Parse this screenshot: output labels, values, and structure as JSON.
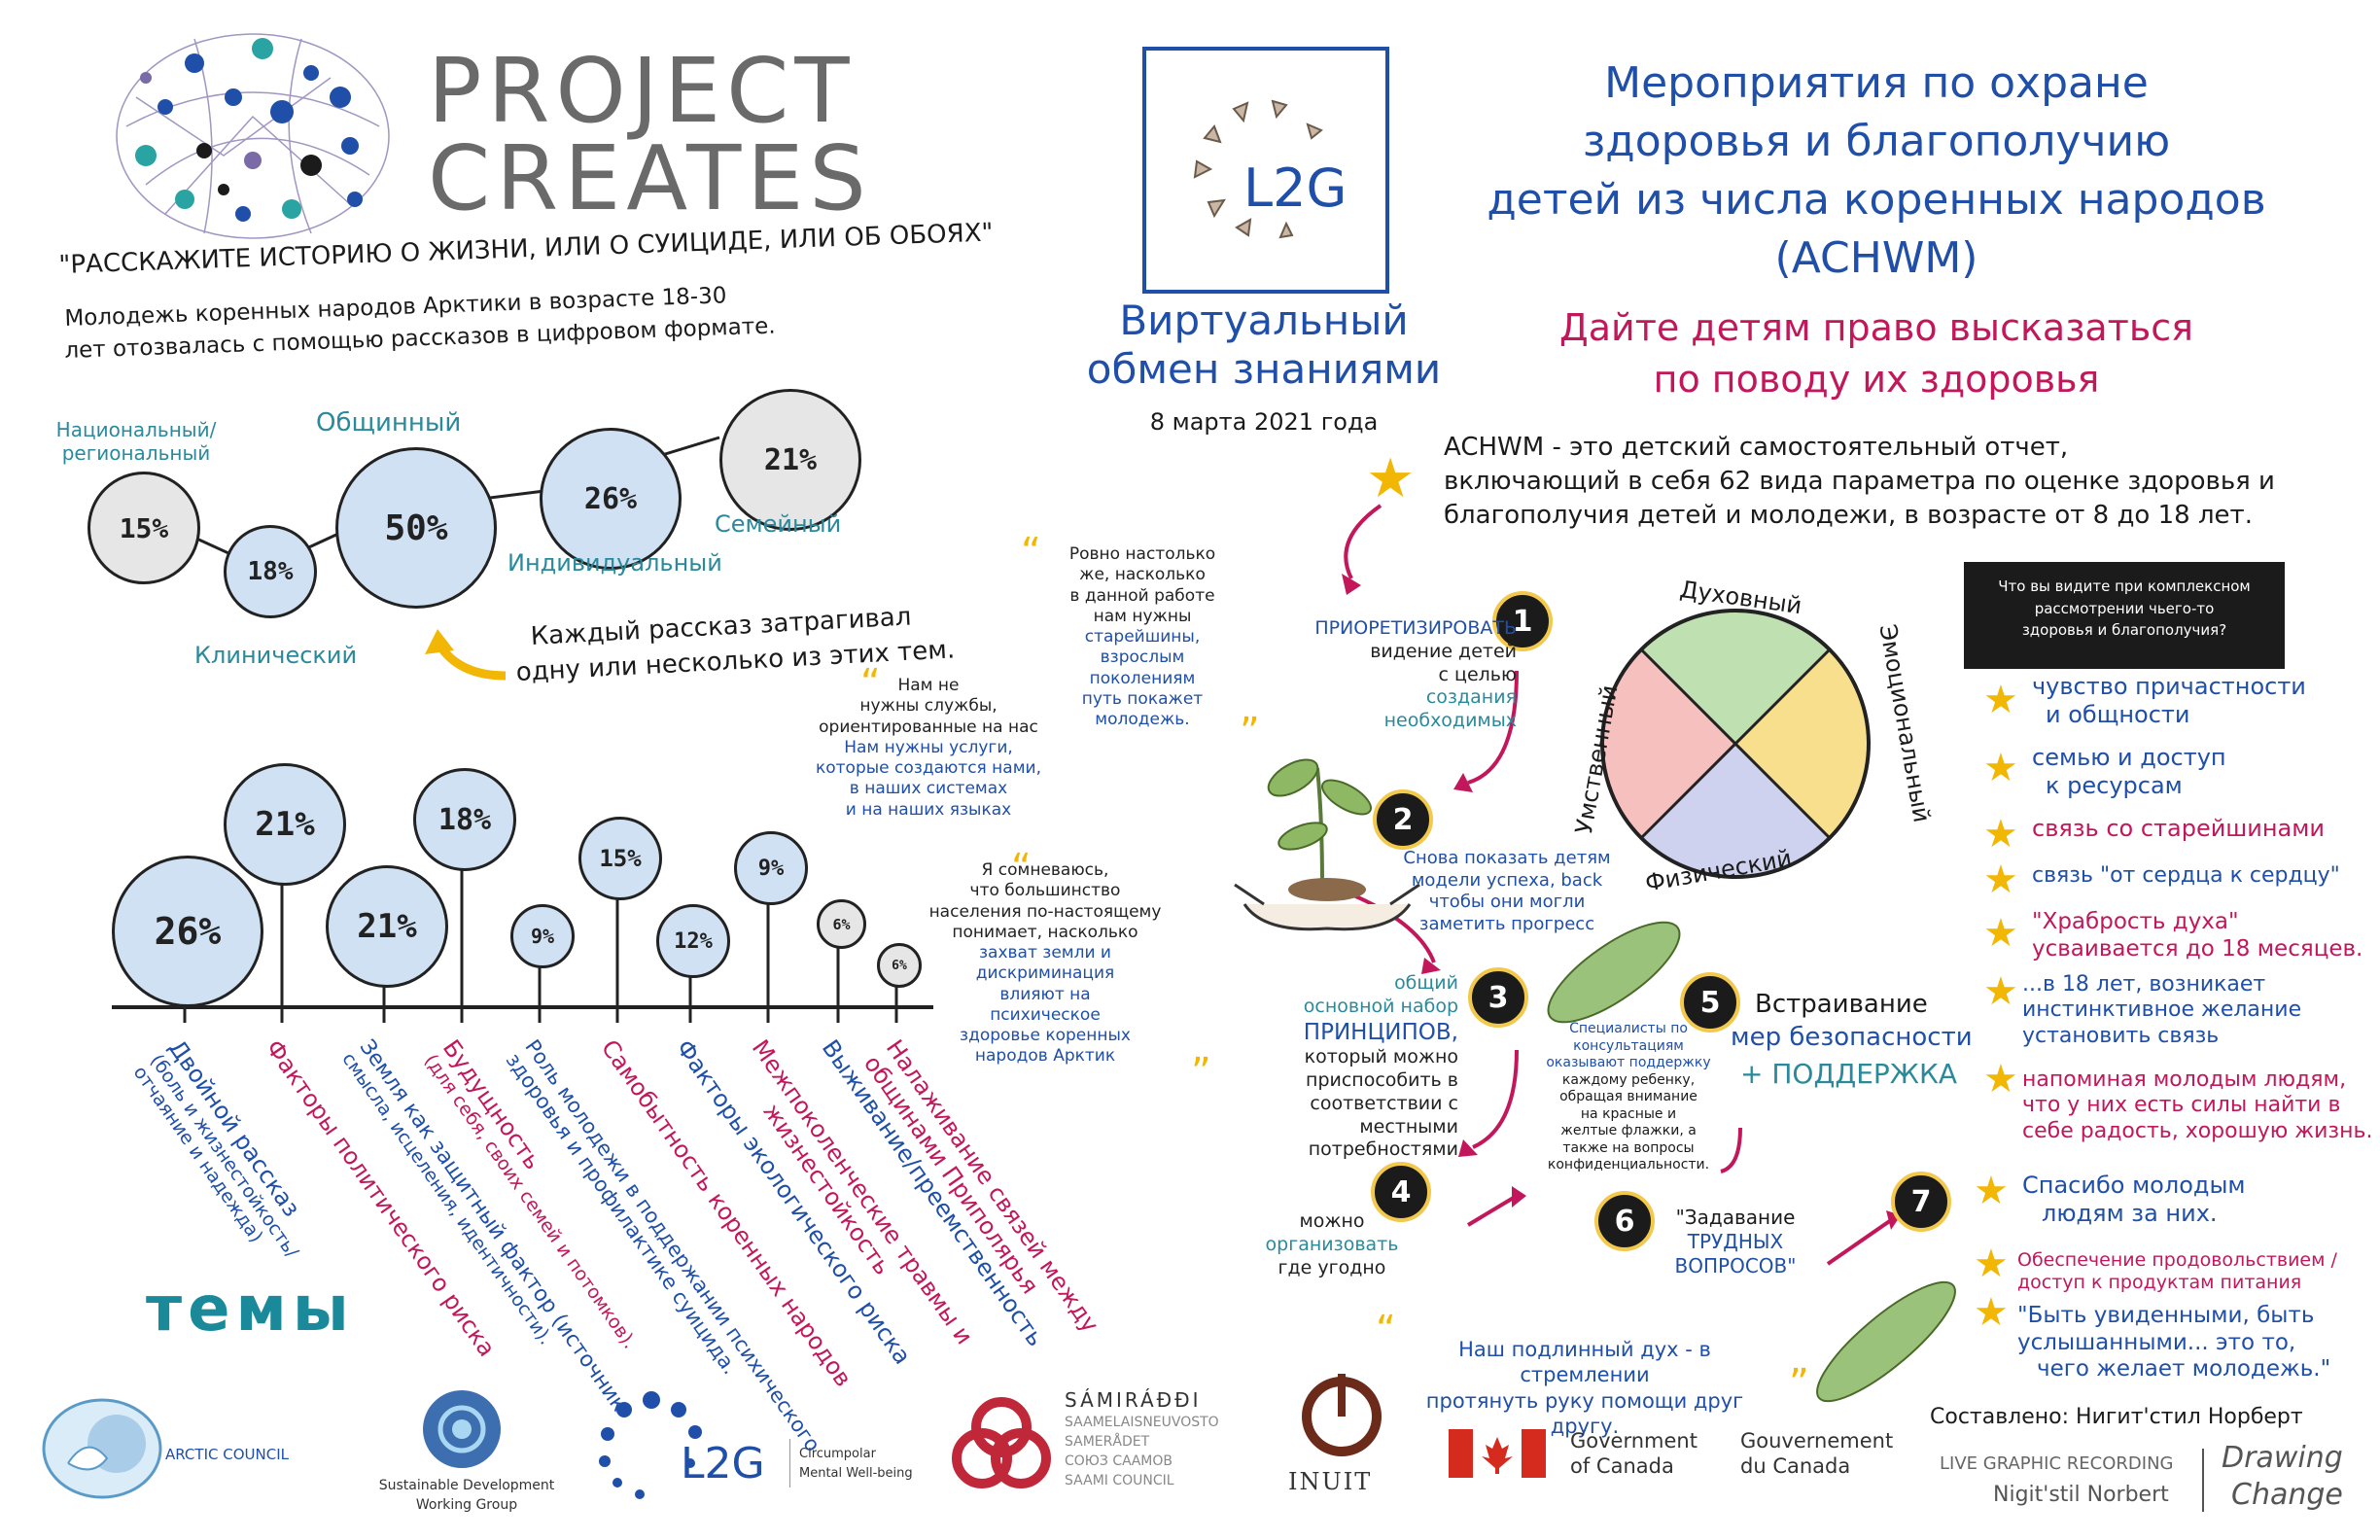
{
  "brand": {
    "line1": "PROJECT",
    "line2": "CREATES"
  },
  "l2g_box": {
    "label": "L2G"
  },
  "virtual": {
    "line1": "Виртуальный",
    "line2": "обмен знаниями",
    "date": "8 марта 2021 года"
  },
  "main_title": {
    "l1": "Мероприятия по охране",
    "l2": "здоровья и благополучию",
    "l3": "детей из числа коренных народов",
    "l4": "(ACHWM)"
  },
  "subtitle": {
    "l1": "Дайте детям право высказаться",
    "l2": "по поводу их здоровья"
  },
  "story_quote": "\"РАССКАЖИТЕ ИСТОРИЮ О ЖИЗНИ, ИЛИ О СУИЦИДЕ, ИЛИ ОБ ОБОЯХ\"",
  "youth": {
    "l1": "Молодежь коренных народов Арктики в возрасте 18-30",
    "l2": "лет отозвалась с помощью рассказов в цифровом формате."
  },
  "top_bubbles": {
    "national_label": "Национальный/ региональный",
    "national_value": "15%",
    "clinical_label": "Клинический",
    "clinical_value": "18%",
    "community_label": "Общинный",
    "community_value": "50%",
    "individual_label": "Индивидуальный",
    "individual_value": "26%",
    "family_label": "Семейный",
    "family_value": "21%"
  },
  "each_story": {
    "l1": "Каждый рассказ затрагивал",
    "l2": "одну или несколько из этих тем."
  },
  "timeline": {
    "values": [
      "26%",
      "21%",
      "21%",
      "18%",
      "9%",
      "15%",
      "12%",
      "9%",
      "6%",
      "6%"
    ],
    "labels": [
      {
        "l1": "Двойной рассказ",
        "l2": "(боль и жизнестойкость/",
        "l3": "отчаяние и надежда)"
      },
      {
        "l1": "Факторы политического риска",
        "l2": "",
        "l3": ""
      },
      {
        "l1": "Земля как защитный фактор (источник",
        "l2": "смысла, исцеления, идентичности).",
        "l3": ""
      },
      {
        "l1": "Будущность",
        "l2": "(для себя, своих семей и потомков).",
        "l3": ""
      },
      {
        "l1": "Роль молодежи в поддержании психического",
        "l2": "здоровья и профилактике суицида.",
        "l3": ""
      },
      {
        "l1": "Самобытность коренных народов",
        "l2": "",
        "l3": ""
      },
      {
        "l1": "Факторы экологического риска",
        "l2": "",
        "l3": ""
      },
      {
        "l1": "Межпоколенческие травмы и",
        "l2": "жизнестойкость",
        "l3": ""
      },
      {
        "l1": "Выживание/преемственность",
        "l2": "",
        "l3": ""
      },
      {
        "l1": "Налаживание связей между",
        "l2": "общинами Приполярья",
        "l3": ""
      }
    ]
  },
  "themes_word": "темы",
  "achwm_desc": {
    "l1": "ACHWM - это детский самостоятельный отчет,",
    "l2": "включающий в себя 62 вида параметра по оценке здоровья и",
    "l3": "благополучия детей и молодежи, в возрасте от 8 до 18 лет."
  },
  "quotes": {
    "elders": [
      "Ровно настолько",
      "же, насколько",
      "в данной работе",
      "нам нужны",
      "старейшины,",
      "взрослым",
      "поколениям",
      "путь покажет",
      "молодежь."
    ],
    "services": [
      "Нам не",
      "нужны службы,",
      "ориентированные на нас",
      "Нам нужны услуги,",
      "которые создаются нами,",
      "в наших системах",
      "и на наших языках"
    ],
    "doubt": [
      "Я сомневаюсь,",
      "что большинство",
      "населения по-настоящему",
      "понимает, насколько",
      "захват земли и",
      "дискриминация",
      "влияют на",
      "психическое",
      "здоровье коренных",
      "народов Арктик"
    ],
    "spirit": [
      "Наш подлинный дух - в стремлении",
      "протянуть руку помощи друг другу."
    ]
  },
  "steps": {
    "s1_num": "1",
    "s1": [
      "ПРИОРЕТИЗИРОВАТЬ",
      "видение детей",
      "с целью",
      "создания",
      "необходимых"
    ],
    "s2_num": "2",
    "s2": [
      "Снова показать детям",
      "модели успеха, back",
      "чтобы они могли",
      "заметить прогресс"
    ],
    "s3_num": "3",
    "s3": [
      "общий",
      "основной набор",
      "ПРИНЦИПОВ,",
      "который можно",
      "приспособить в",
      "соответствии с",
      "местными",
      "потребностями"
    ],
    "s4_num": "4",
    "s4": [
      "можно",
      "организовать",
      "где угодно"
    ],
    "s5_num": "5",
    "s5_a": "Встраивание",
    "s5_b": "мер безопасности",
    "s5_c": "+ ПОДДЕРЖКА",
    "s5_note": [
      "Специалисты по",
      "консультациям",
      "оказывают поддержку",
      "каждому ребенку,",
      "обращая внимание",
      "на красные и",
      "желтые флажки, а",
      "также на вопросы",
      "конфиденциальности."
    ],
    "s6_num": "6",
    "s6": [
      "\"Задавание",
      "ТРУДНЫХ",
      "ВОПРОСОВ\""
    ],
    "s7_num": "7"
  },
  "wheel": {
    "top": "Духовный",
    "left": "Умственный",
    "right": "Эмоциональный",
    "bottom": "Физический",
    "colors": {
      "top": "#bfe0b0",
      "right": "#f7df8e",
      "bottom": "#cfd2ee",
      "left": "#f5c0bd"
    }
  },
  "box_question": [
    "Что вы видите при комплексном",
    "рассмотрении чьего-то",
    "здоровья и благополучия?"
  ],
  "right_list": [
    {
      "l1": "чувство причастности",
      "l2": "и общности",
      "color": "#1f4fa8"
    },
    {
      "l1": "семью и доступ",
      "l2": "к ресурсам",
      "color": "#1f4fa8"
    },
    {
      "l1": "связь со старейшинами",
      "l2": "",
      "color": "#c2185b"
    },
    {
      "l1": "связь \"от сердца к сердцу\"",
      "l2": "",
      "color": "#1f4fa8"
    },
    {
      "l1": "\"Храбрость духа\"",
      "l2": "усваивается до 18 месяцев.",
      "color": "#c2185b"
    },
    {
      "l1": "...в 18 лет, возникает",
      "l2": "инстинктивное желание",
      "l3": "установить связь",
      "color": "#1f4fa8"
    },
    {
      "l1": "напоминая молодым людям,",
      "l2": "что у них есть силы найти в",
      "l3": "себе радость, хорошую жизнь.",
      "color": "#c2185b"
    },
    {
      "l1": "Спасибо молодым",
      "l2": "людям за них.",
      "color": "#1f4fa8"
    },
    {
      "l1": "Обеспечение продовольствием /",
      "l2": "доступ к продуктам питания",
      "color": "#c2185b"
    },
    {
      "l1": "\"Быть увиденными, быть",
      "l2": "услышанными... это то,",
      "l3": "чего желает молодежь.\"",
      "color": "#1f4fa8"
    }
  ],
  "credits": {
    "compiled": "Составлено: Нигит'стил Норберт",
    "live": "LIVE GRAPHIC RECORDING",
    "name": "Nigit'stil Norbert",
    "dc1": "Drawing",
    "dc2": "Change"
  },
  "logos": {
    "arctic": "ARCTIC COUNCIL",
    "sdwg1": "Sustainable Development",
    "sdwg2": "Working Group",
    "l2g": "L2G",
    "l2g_sub1": "Circumpolar",
    "l2g_sub2": "Mental Well-being",
    "sami1": "SÁMIRÁÐÐI",
    "sami2": "SAAMELAISNEUVOSTO",
    "sami3": "SAMERÅDET",
    "sami4": "СОЮЗ СААМОВ",
    "sami5": "SAAMI COUNCIL",
    "inuit": "INUIT",
    "gc1": "Government",
    "gc2": "of Canada",
    "gc3": "Gouvernement",
    "gc4": "du Canada"
  }
}
